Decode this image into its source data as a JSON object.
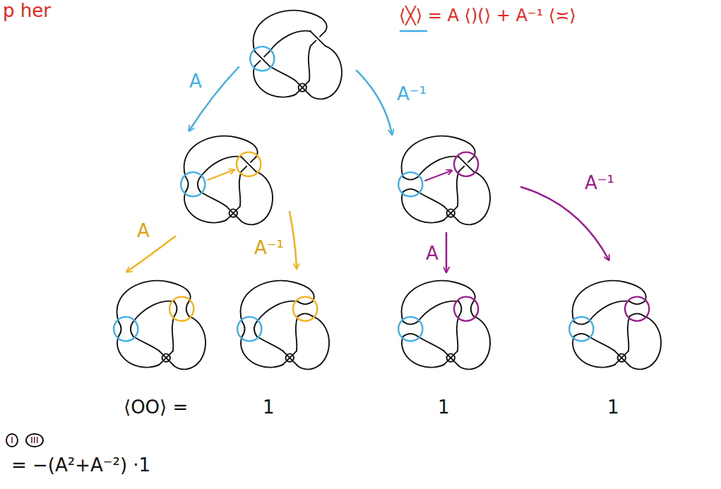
{
  "diagram": {
    "labels": [
      "p her",
      "⟨╳⟩ = A ⟨)(⟩ + A⁻¹ ⟨≍⟩",
      "A",
      "A⁻¹",
      "A",
      "A⁻¹",
      "A",
      "A⁻¹",
      "⟨OO⟩ =",
      "1",
      "1",
      "1",
      "I",
      "III",
      "= −(A²+A⁻²) ·1"
    ]
  }
}
